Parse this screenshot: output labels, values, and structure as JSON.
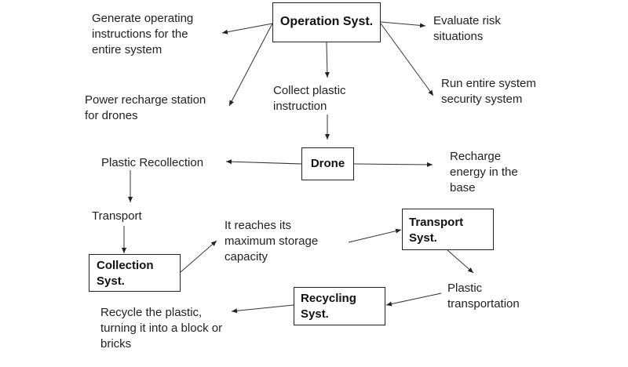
{
  "diagram": {
    "nodes": {
      "operation": "Operation Syst.",
      "drone": "Drone",
      "collection": "Collection\nSyst.",
      "transport": "Transport\nSyst.",
      "recycling": "Recycling\nSyst."
    },
    "labels": {
      "generate_instructions": "Generate operating\ninstructions for the\nentire system",
      "power_recharge": "Power recharge station\nfor drones",
      "evaluate_risk": "Evaluate risk\nsituations",
      "run_security": "Run entire system\nsecurity system",
      "collect_instruction": "Collect plastic\ninstruction",
      "plastic_recollection": "Plastic Recollection",
      "recharge_energy": "Recharge\nenergy in the\nbase",
      "transport": "Transport",
      "max_storage": "It reaches its\nmaximum storage\ncapacity",
      "plastic_transportation": "Plastic\ntransportation",
      "recycle_plastic": "Recycle the plastic,\nturning it into a block or\nbricks"
    },
    "edges": [
      {
        "from": "operation",
        "to": "generate_instructions"
      },
      {
        "from": "operation",
        "to": "power_recharge"
      },
      {
        "from": "operation",
        "to": "evaluate_risk"
      },
      {
        "from": "operation",
        "to": "run_security"
      },
      {
        "from": "operation",
        "to": "collect_instruction"
      },
      {
        "from": "collect_instruction",
        "to": "drone"
      },
      {
        "from": "drone",
        "to": "plastic_recollection"
      },
      {
        "from": "drone",
        "to": "recharge_energy"
      },
      {
        "from": "plastic_recollection",
        "to": "transport"
      },
      {
        "from": "transport",
        "to": "collection"
      },
      {
        "from": "collection",
        "to": "max_storage"
      },
      {
        "from": "max_storage",
        "to": "transport_syst"
      },
      {
        "from": "transport_syst",
        "to": "plastic_transportation"
      },
      {
        "from": "plastic_transportation",
        "to": "recycling"
      },
      {
        "from": "recycling",
        "to": "recycle_plastic"
      }
    ]
  }
}
